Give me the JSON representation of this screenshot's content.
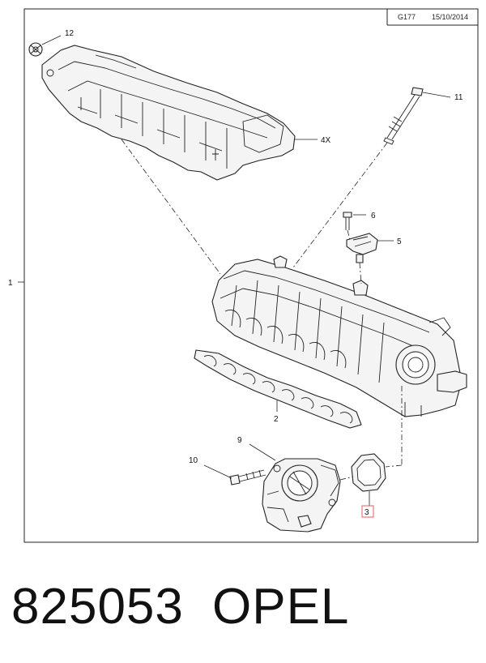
{
  "header": {
    "ref": "G177",
    "date": "15/10/2014"
  },
  "callouts": {
    "c1": "1",
    "c2": "2",
    "c3": "3",
    "c4": "4X",
    "c5": "5",
    "c6": "6",
    "c9": "9",
    "c10": "10",
    "c11": "11",
    "c12": "12"
  },
  "footer": {
    "part_number": "825053",
    "brand": "OPEL"
  },
  "colors": {
    "line": "#222222",
    "highlight": "#e06060"
  }
}
